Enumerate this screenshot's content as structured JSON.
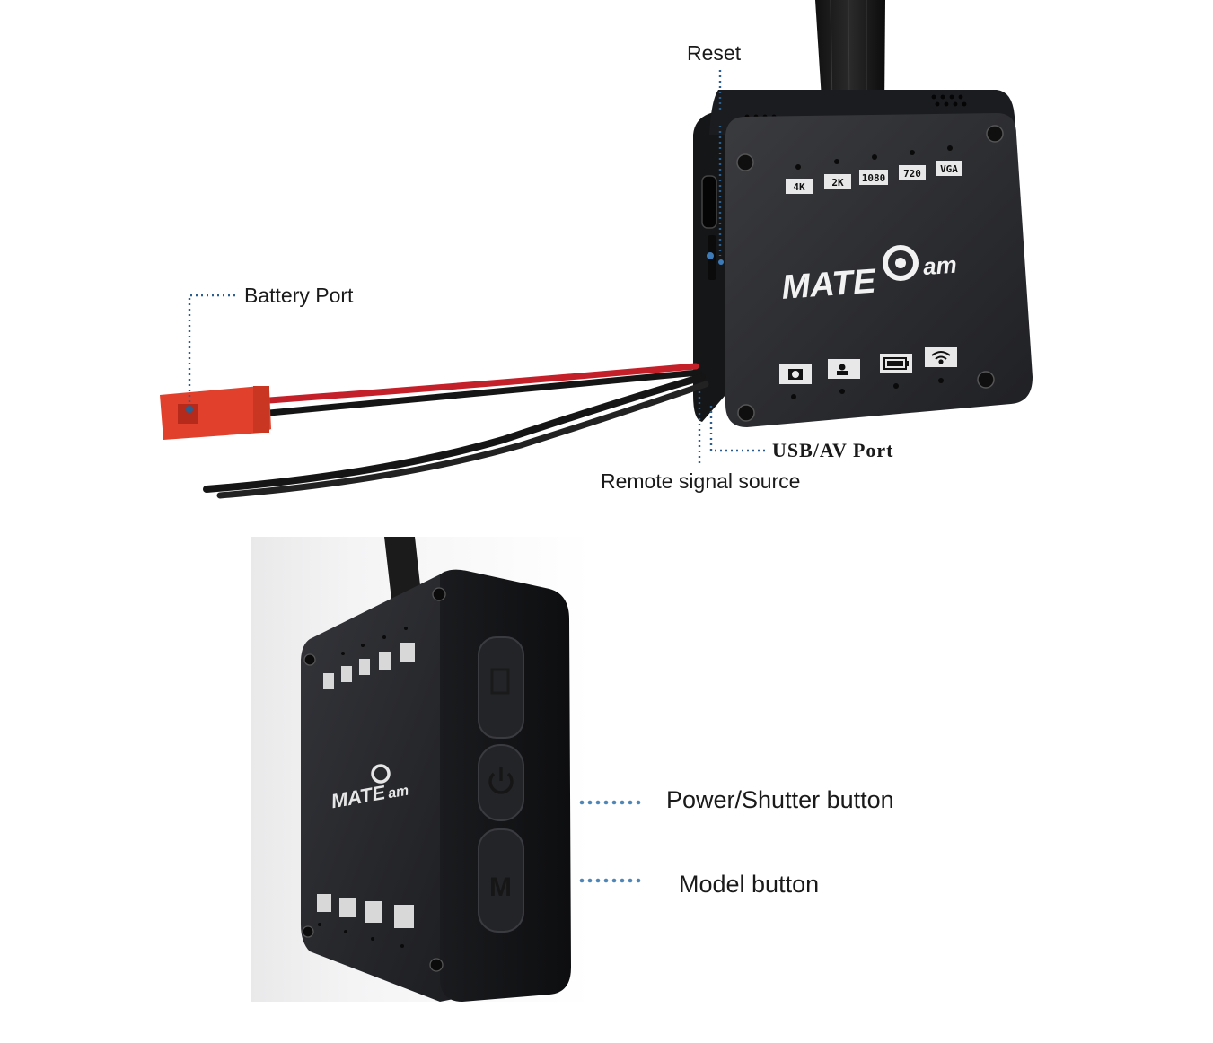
{
  "labels": {
    "reset": "Reset",
    "battery_port": "Battery Port",
    "usb_av_port": "USB/AV Port",
    "remote_signal_source": "Remote signal source",
    "power_shutter_button": "Power/Shutter button",
    "model_button": "Model button"
  },
  "device": {
    "brand_prefix": "MATE",
    "brand_suffix": "am",
    "resolutions": [
      "4K",
      "2K",
      "1080",
      "720",
      "VGA"
    ],
    "mode_icons": [
      "camera-icon",
      "video-user-icon",
      "battery-icon",
      "wifi-icon"
    ],
    "side_button_icons": [
      "screen-icon",
      "power-icon",
      "mode-m-icon"
    ]
  },
  "colors": {
    "body": "#1c1d20",
    "face": "#2a2b2e",
    "connector": "#e0402c",
    "red_wire": "#c4202a",
    "callout_dots": "#2a5f8f",
    "button_dots": "#4f86b8"
  }
}
